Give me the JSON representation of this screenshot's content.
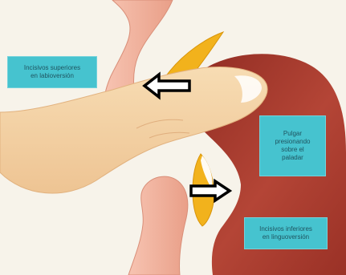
{
  "labels": {
    "upper_incisors": "Incisivos superiores\nen labioversión",
    "thumb": "Pulgar\npresionando\nsobre el\npaladar",
    "lower_incisors": "Incisivos inferiores\nen linguoversión"
  },
  "colors": {
    "callout_fill": "#46c3cf",
    "callout_text": "#1f5460",
    "lip_pink": "#f2b3a0",
    "palate_red": "#a2382b",
    "thumb_skin": "#f2d3a8",
    "tooth_yellow": "#f2b21c",
    "arrow_fill": "#ffffff",
    "arrow_stroke": "#000000"
  },
  "icons": {
    "left_arrow": "arrow-left-icon",
    "right_arrow": "arrow-right-icon"
  }
}
